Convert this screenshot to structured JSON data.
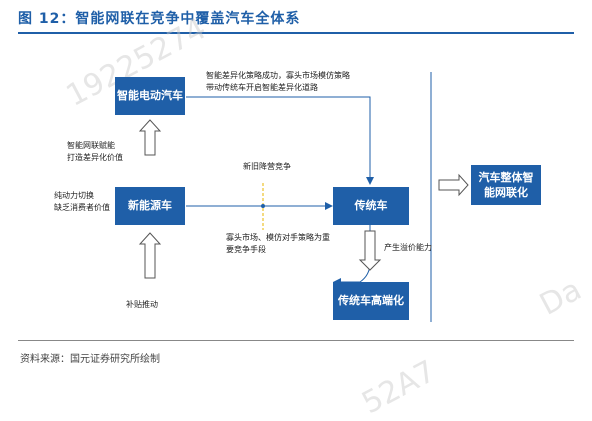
{
  "figure": {
    "title": "图 12：智能网联在竞争中覆盖汽车全体系",
    "source": "资料来源：国元证券研究所绘制"
  },
  "boxes": {
    "smart_ev": "智能电动汽车",
    "nev": "新能源车",
    "traditional": "传统车",
    "traditional_high": "传统车高端化",
    "whole_car_line1": "汽车整体智",
    "whole_car_line2": "能网联化"
  },
  "labels": {
    "diff_line1": "智能差异化策略成功，寡头市场模仿策略",
    "diff_line2": "带动传统车开启智能差异化道路",
    "empower_line1": "智能网联赋能",
    "empower_line2": "打造差异化价值",
    "power_line1": "纯动力切换",
    "power_line2": "缺乏消费者价值",
    "compete": "新旧降营竞争",
    "oligopoly_line1": "寡头市场、模仿对手策略为重",
    "oligopoly_line2": "要竞争手段",
    "premium": "产生溢价能力",
    "subsidy": "补贴推动"
  },
  "watermarks": [
    "19225274",
    "Da",
    "52A7"
  ],
  "colors": {
    "box": "#1f5fa8",
    "title": "#1f5fa8",
    "line": "#1f5fa8",
    "accent": "#e8b400"
  }
}
